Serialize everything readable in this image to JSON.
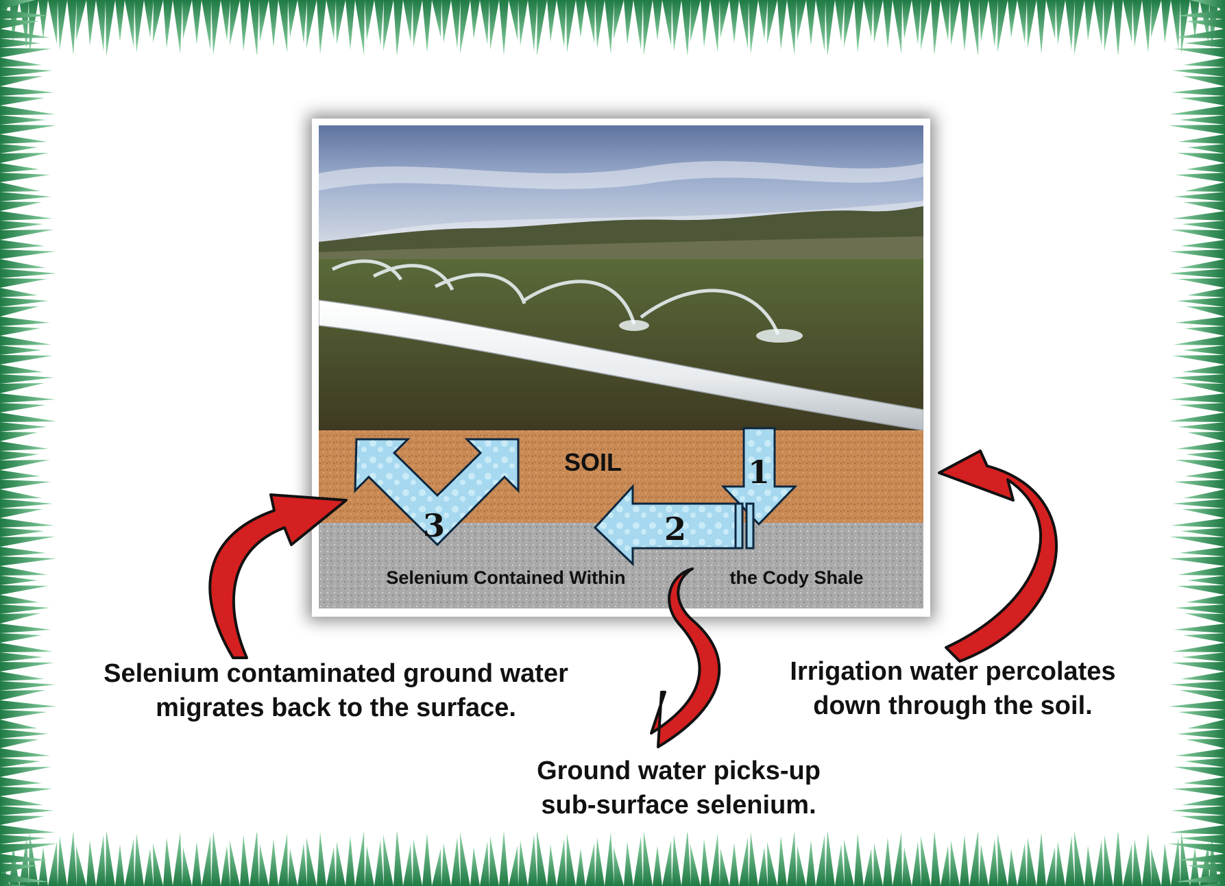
{
  "diagram": {
    "layer_soil_label": "SOIL",
    "layer_shale_label_left": "Selenium Contained Within",
    "layer_shale_label_right": "the Cody Shale",
    "step_numbers": {
      "one": "1",
      "two": "2",
      "three": "3"
    },
    "captions": {
      "step1": {
        "line1": "Irrigation water percolates",
        "line2": "down through the soil."
      },
      "step2": {
        "line1": "Ground water picks-up",
        "line2": "sub-surface selenium."
      },
      "step3": {
        "line1": "Selenium contaminated ground water",
        "line2": "migrates back to the surface."
      }
    }
  },
  "colors": {
    "grass": "#3a9a5c",
    "soil": "#c98a55",
    "shale": "#a9a9a9",
    "water_arrow": "#a6d8ef",
    "callout_arrow": "#d42020"
  },
  "icons": {
    "border": "grass-border",
    "step_arrows": [
      "down-arrow-icon",
      "left-arrow-icon",
      "split-up-arrow-icon"
    ],
    "callouts": [
      "curved-arrow-icon",
      "curved-arrow-icon",
      "curved-arrow-icon"
    ]
  }
}
